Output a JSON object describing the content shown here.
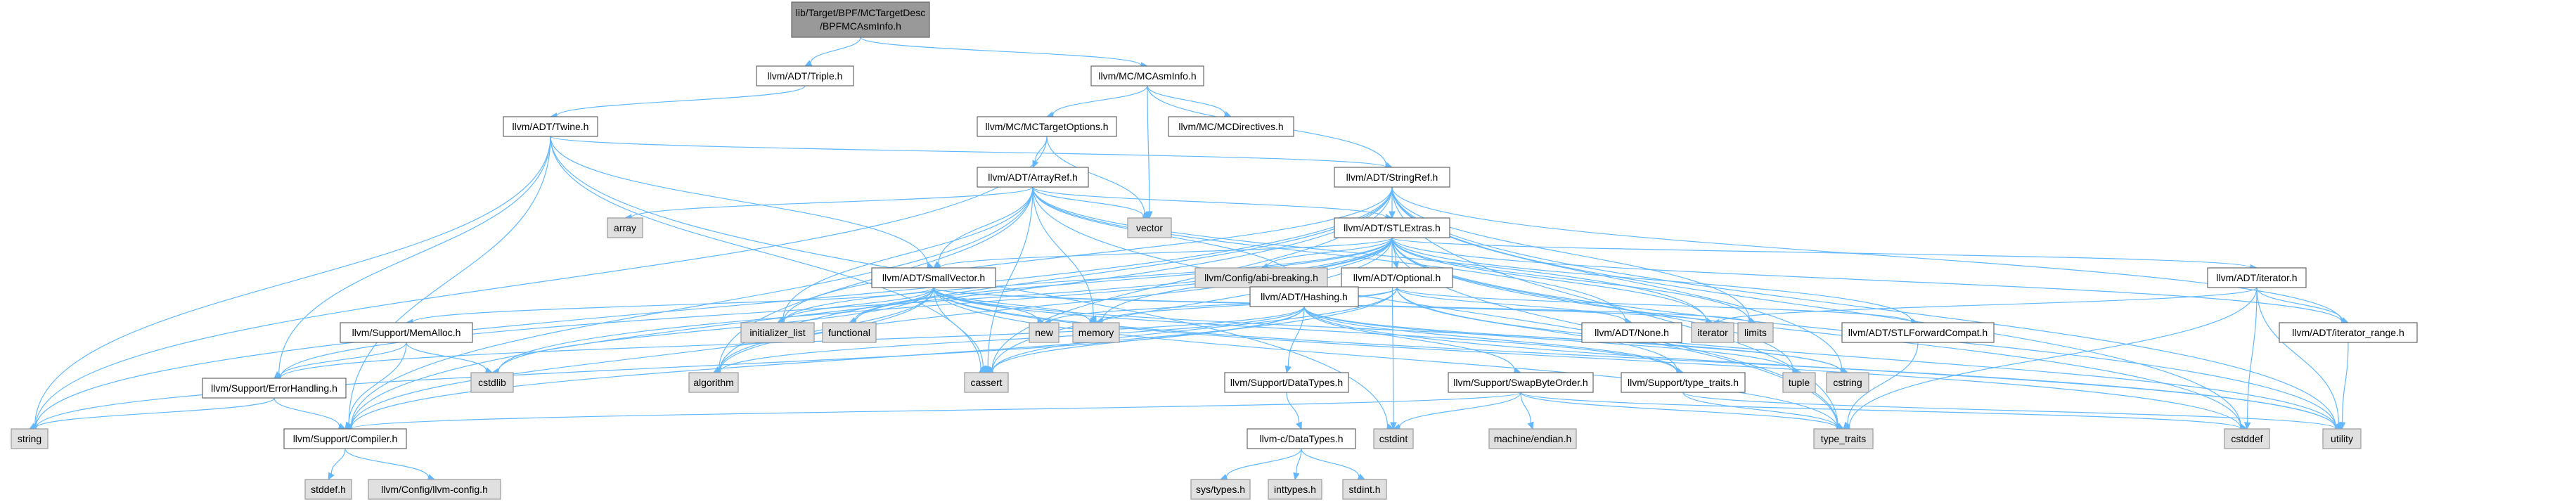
{
  "colors": {
    "edge": "#63b8ff",
    "root_fill": "#999999",
    "local_fill": "#ffffff",
    "system_fill": "#e0e0e0",
    "border_dark": "#666666",
    "border_system": "#999999"
  },
  "nodes": {
    "root": {
      "label1": "lib/Target/BPF/MCTargetDesc",
      "label2": "/BPFMCAsmInfo.h"
    },
    "triple": {
      "label": "llvm/ADT/Triple.h"
    },
    "mcasminfo": {
      "label": "llvm/MC/MCAsmInfo.h"
    },
    "twine": {
      "label": "llvm/ADT/Twine.h"
    },
    "mctargetoptions": {
      "label": "llvm/MC/MCTargetOptions.h"
    },
    "mcdirectives": {
      "label": "llvm/MC/MCDirectives.h"
    },
    "stringref": {
      "label": "llvm/ADT/StringRef.h"
    },
    "arrayref": {
      "label": "llvm/ADT/ArrayRef.h"
    },
    "array": {
      "label": "array"
    },
    "vector": {
      "label": "vector"
    },
    "stlextras": {
      "label": "llvm/ADT/STLExtras.h"
    },
    "smallvector": {
      "label": "llvm/ADT/SmallVector.h"
    },
    "abibreaking": {
      "label": "llvm/Config/abi-breaking.h"
    },
    "optional": {
      "label": "llvm/ADT/Optional.h"
    },
    "iteratorh": {
      "label": "llvm/ADT/iterator.h"
    },
    "memalloc": {
      "label": "llvm/Support/MemAlloc.h"
    },
    "initlist": {
      "label": "initializer_list"
    },
    "functional": {
      "label": "functional"
    },
    "new": {
      "label": "new"
    },
    "memory": {
      "label": "memory"
    },
    "none": {
      "label": "llvm/ADT/None.h"
    },
    "iterator": {
      "label": "iterator"
    },
    "limits": {
      "label": "limits"
    },
    "stlforward": {
      "label": "llvm/ADT/STLForwardCompat.h"
    },
    "iterrange": {
      "label": "llvm/ADT/iterator_range.h"
    },
    "hashing": {
      "label": "llvm/ADT/Hashing.h"
    },
    "errorhandling": {
      "label": "llvm/Support/ErrorHandling.h"
    },
    "cstdlib": {
      "label": "cstdlib"
    },
    "algorithm": {
      "label": "algorithm"
    },
    "cassert": {
      "label": "cassert"
    },
    "datatypes": {
      "label": "llvm/Support/DataTypes.h"
    },
    "swapbyte": {
      "label": "llvm/Support/SwapByteOrder.h"
    },
    "typetraitsllvm": {
      "label": "llvm/Support/type_traits.h"
    },
    "tuple": {
      "label": "tuple"
    },
    "cstring": {
      "label": "cstring"
    },
    "string": {
      "label": "string"
    },
    "compiler": {
      "label": "llvm/Support/Compiler.h"
    },
    "cdatatypes": {
      "label": "llvm-c/DataTypes.h"
    },
    "cstdint": {
      "label": "cstdint"
    },
    "machineendian": {
      "label": "machine/endian.h"
    },
    "typetraits": {
      "label": "type_traits"
    },
    "cstddef": {
      "label": "cstddef"
    },
    "utility": {
      "label": "utility"
    },
    "stddef": {
      "label": "stddef.h"
    },
    "llvmconfig": {
      "label": "llvm/Config/llvm-config.h"
    },
    "systypes": {
      "label": "sys/types.h"
    },
    "inttypes": {
      "label": "inttypes.h"
    },
    "stdint": {
      "label": "stdint.h"
    }
  }
}
